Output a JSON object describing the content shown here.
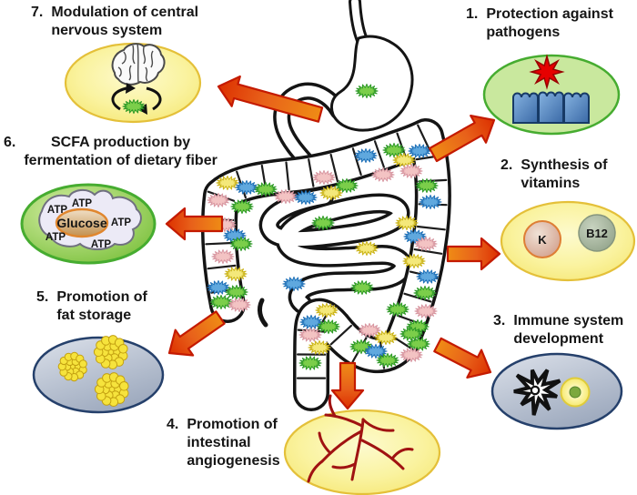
{
  "items": [
    {
      "number": "1.",
      "lines": [
        "Protection against",
        "pathogens"
      ]
    },
    {
      "number": "2.",
      "lines": [
        "Synthesis of",
        "vitamins"
      ]
    },
    {
      "number": "3.",
      "lines": [
        "Immune system",
        "development"
      ]
    },
    {
      "number": "4.",
      "lines": [
        "Promotion of",
        "intestinal",
        "angiogenesis"
      ]
    },
    {
      "number": "5.",
      "lines": [
        "Promotion of",
        "fat storage"
      ]
    },
    {
      "number": "6.",
      "lines": [
        "SCFA production by",
        "fermentation of dietary fiber"
      ]
    },
    {
      "number": "7.",
      "lines": [
        "Modulation of central",
        "nervous system"
      ]
    }
  ],
  "labels": {
    "atp": "ATP",
    "glucose": "Glucose",
    "vitamin_k": "K",
    "vitamin_b12": "B12"
  },
  "colors": {
    "arrow_body": "#EF8C15",
    "arrow_mid": "#E8611A",
    "arrow_tip": "#DC3000",
    "arrow_stroke": "#C41A00",
    "ellipse_yellow_stroke": "#E4C039",
    "ellipse_green_fill": "#C9E89E",
    "ellipse_green_stroke": "#46AC30",
    "ellipse_gray_stroke": "#25406B",
    "gut_outline": "#141414",
    "vessel_red": "#A01212",
    "pathogen_red": "#E60000",
    "fat_fill": "#F6E33C",
    "fat_stroke": "#C3A011",
    "immune_green": "#7CA83E",
    "microbes": {
      "g": [
        "#7BCE4A",
        "#2F9A28"
      ],
      "b": [
        "#5FA8DE",
        "#2272B8"
      ],
      "y": [
        "#F4E87A",
        "#CBB41B"
      ],
      "p": [
        "#F3C3C3",
        "#D898A2"
      ]
    }
  }
}
